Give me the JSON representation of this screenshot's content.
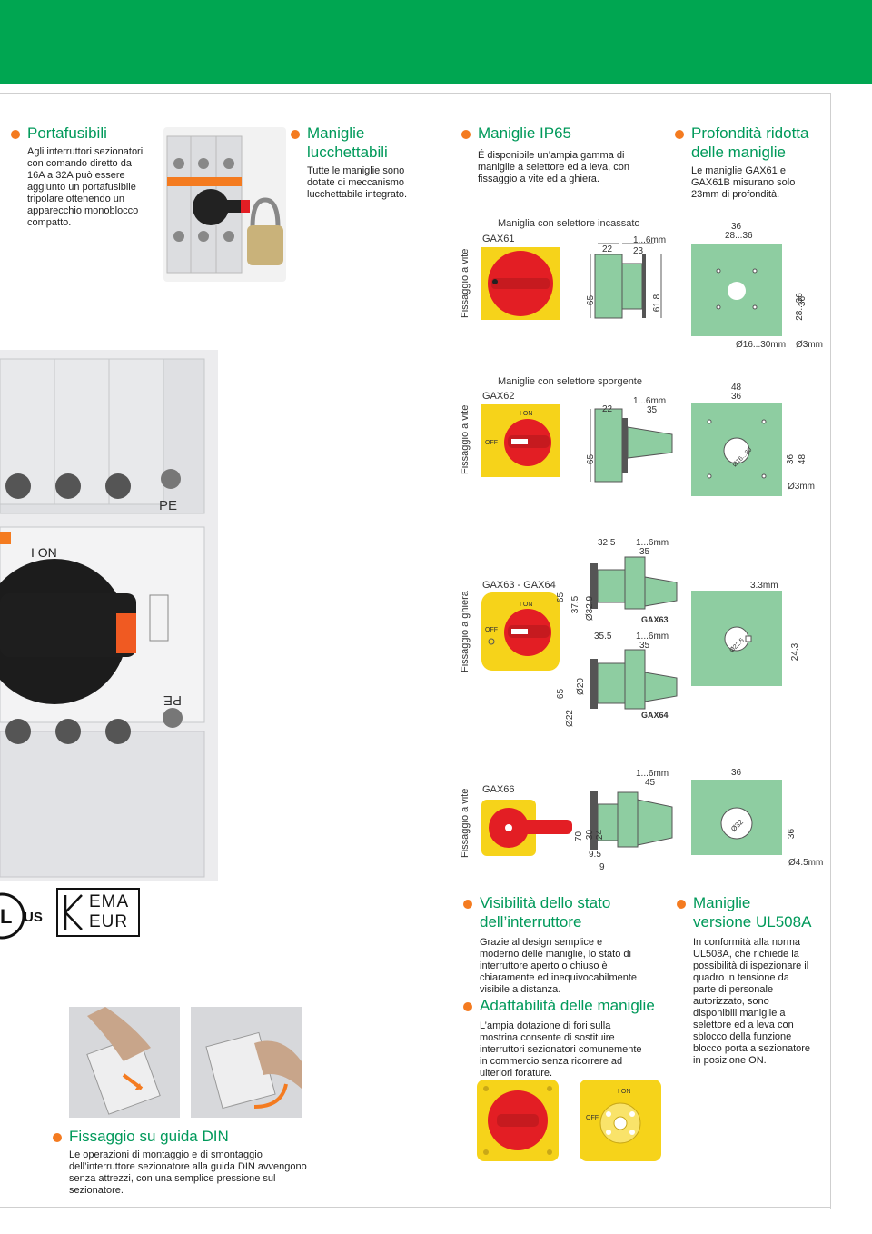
{
  "colors": {
    "brand_green": "#00a651",
    "bullet_orange": "#f47b20",
    "diagram_green": "#8ecda1",
    "handle_red": "#e31e24",
    "handle_yellow": "#f6d31a"
  },
  "sections": {
    "portafusibili": {
      "title": "Portafusibili",
      "text": "Agli interruttori sezionatori con comando diretto da 16A a 32A può essere aggiunto un portafusibile tripolare ottenendo un apparecchio monoblocco compatto."
    },
    "lucchettabili": {
      "title_1": "Maniglie",
      "title_2": "lucchettabili",
      "text": "Tutte le maniglie sono dotate di meccanismo lucchettabile integrato."
    },
    "ip65": {
      "title": "Maniglie IP65",
      "text": "É disponibile un’ampia gamma di maniglie a selettore ed a leva, con fissaggio a vite ed a ghiera."
    },
    "profondita": {
      "title_1": "Profondità ridotta",
      "title_2": "delle maniglie",
      "text": "Le maniglie GAX61 e GAX61B misurano solo 23mm di profondità."
    },
    "visibilita": {
      "title_1": "Visibilità dello stato",
      "title_2": "dell’interruttore",
      "text": "Grazie al design semplice e moderno delle maniglie, lo stato di interruttore aperto o chiuso è chiaramente ed inequivocabilmente visibile a distanza."
    },
    "adattabilita": {
      "title": "Adattabilità delle maniglie",
      "text": "L’ampia dotazione di fori sulla mostrina consente di sostituire interruttori sezionatori comunemente in commercio senza ricorrere ad ulteriori forature."
    },
    "ul508a": {
      "title_1": "Maniglie",
      "title_2": "versione UL508A",
      "text": "In conformità alla norma UL508A, che richiede la possibilità di ispezionare il quadro in tensione da parte di personale autorizzato, sono disponibili maniglie a selettore ed a leva con sblocco della funzione blocco porta a sezionatore in posizione ON."
    },
    "din": {
      "title": "Fissaggio su guida DIN",
      "text": "Le operazioni di montaggio e di smontaggio dell’interruttore sezionatore alla guida DIN avvengono senza attrezzi, con una semplice pressione sul sezionatore."
    }
  },
  "diagrams": {
    "gax61": {
      "mount": "Fissaggio a vite",
      "caption": "Maniglia con selettore incassato",
      "code": "GAX61",
      "d1": "22",
      "d2": "1...6mm",
      "d3": "23",
      "h1": "65",
      "h2": "61.8",
      "p_w1": "36",
      "p_w2": "28...36",
      "p_h1": "28...36",
      "p_h2": "36",
      "p_hole": "Ø16...30mm",
      "p_small": "Ø3mm"
    },
    "gax62": {
      "mount": "Fissaggio a vite",
      "caption": "Maniglie con selettore sporgente",
      "code": "GAX62",
      "d1": "22",
      "d2": "1...6mm",
      "d3": "35",
      "h1": "65",
      "p_w1": "48",
      "p_w2": "36",
      "p_h1": "36",
      "p_h2": "48",
      "p_hole": "Ø16...30",
      "p_small": "Ø3mm"
    },
    "gax6364": {
      "mount": "Fissaggio a ghiera",
      "code": "GAX63 - GAX64",
      "t1": "32.5",
      "t2": "1...6mm",
      "t3": "35",
      "v1": "65",
      "v2": "37.5",
      "v3": "Ø32.9",
      "code_a": "GAX63",
      "b1": "35.5",
      "b2": "1...6mm",
      "b3": "35",
      "bv1": "65",
      "bv2": "Ø20",
      "bv3": "Ø22",
      "code_b": "GAX64",
      "p_w": "3.3mm",
      "p_hole": "Ø22.5",
      "p_h": "24.3"
    },
    "gax66": {
      "mount": "Fissaggio a vite",
      "code": "GAX66",
      "d1": "1...6mm",
      "d2": "45",
      "v1": "70",
      "v2": "30",
      "v3": "24",
      "b1": "9.5",
      "b2": "9",
      "p_w": "36",
      "p_hole": "Ø32",
      "p_h": "36",
      "p_small": "Ø4.5mm"
    }
  },
  "photo_labels": {
    "on": "I ON",
    "off": "OFF",
    "pe": "PE",
    "pe_mirror": "PE"
  },
  "logos": {
    "ul_suffix": "US",
    "kema_1": "EMA",
    "kema_2": "EUR"
  }
}
